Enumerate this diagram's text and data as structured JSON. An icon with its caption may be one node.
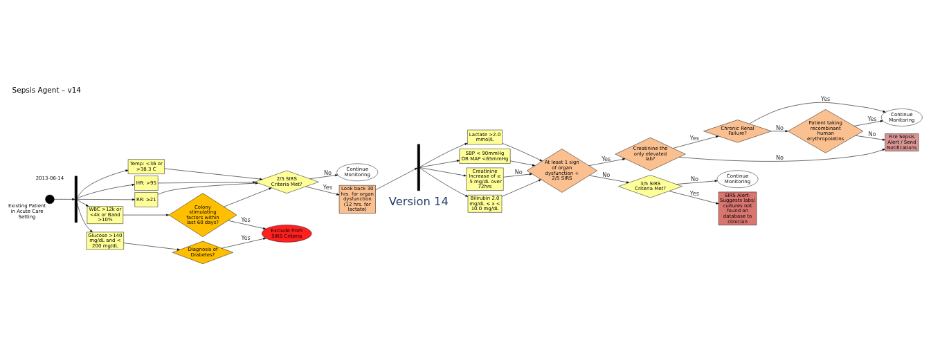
{
  "diagram": {
    "title": "Sepsis Agent – v14",
    "nodes": [
      {
        "text": [],
        "shape": "circle",
        "beside": [
          "Existing Patient in Acute Care Setting"
        ]
      },
      {
        "text": [],
        "shape": "bar"
      },
      {
        "text": [
          "Temp: <36 or >38.3 C"
        ]
      },
      {
        "text": [
          "HR: >95"
        ]
      },
      {
        "text": [
          "RR: ≥21"
        ]
      },
      {
        "text": [
          "Glucose >140 mg/dL and < 200 mg/dL"
        ]
      },
      {
        "text": [
          "WBC >12k or <4k or Band >10%"
        ]
      },
      {
        "text": [
          "Diagnosis of Diabetes?"
        ]
      },
      {
        "text": [
          "Exclude from SIRS Criteria"
        ]
      },
      {
        "text": [
          "Colony stimulating factors within last 60 days?"
        ]
      },
      {
        "text": [
          "2/5 SIRS Criteria Met?"
        ]
      },
      {
        "text": [
          "Continue Monitoring"
        ]
      },
      {
        "text": [
          "Look back 30 hrs. for organ dysfunction (12 hrs. for lactate)"
        ]
      },
      {
        "text": [],
        "shape": "bar"
      },
      {
        "text": [
          "Lactate >2.0 mmol/L"
        ]
      },
      {
        "text": [
          "SBP < 90mmHg OR MAP <65mmHg"
        ]
      },
      {
        "text": [
          "Creatinine Increase of ≥ .5 mg/dL over 72hrs"
        ]
      },
      {
        "text": [
          "Bilirubin 2.0 mg/dL ≤ x < 10.0 mg/dL"
        ]
      },
      {
        "text": [
          "At least 1 sign of organ dysfunction + 2/5 SIRS"
        ]
      },
      {
        "text": [
          "Creatinine the only elevated lab?"
        ]
      },
      {
        "text": [
          "Chronic Renal Failure?"
        ]
      },
      {
        "text": [
          "Continue Monitoring"
        ]
      },
      {
        "text": [
          "Patient taking recombinant human erythropoietins"
        ]
      },
      {
        "text": [
          "Fire Sepsis Alert / Send Notifications"
        ]
      },
      {
        "text": [
          "3/5 SIRS Criteria Met?"
        ]
      },
      {
        "text": [
          "Continue Monitoring"
        ]
      },
      {
        "text": [
          "SIRS Alert- Suggests labs/ cultures not found on database to clinician"
        ]
      }
    ],
    "edges": [
      {
        "from": 0,
        "to": 1,
        "arrow": "to"
      },
      {
        "from": 1,
        "to": 2,
        "arrow": "to"
      },
      {
        "from": 1,
        "to": 3,
        "arrow": "to"
      },
      {
        "from": 1,
        "to": 4,
        "arrow": "to"
      },
      {
        "from": 1,
        "to": 5,
        "arrow": "to"
      },
      {
        "from": 1,
        "to": 6,
        "arrow": "to"
      },
      {
        "from": 2,
        "to": 10,
        "arrow": "to"
      },
      {
        "from": 3,
        "to": 10,
        "arrow": "to"
      },
      {
        "from": 4,
        "to": 10,
        "arrow": "to"
      },
      {
        "from": 5,
        "to": 7,
        "arrow": "to"
      },
      {
        "from": 6,
        "to": 9,
        "arrow": "to"
      },
      {
        "from": 7,
        "to": 8,
        "arrow": "to",
        "label": "Yes"
      },
      {
        "from": 9,
        "to": 8,
        "arrow": "to",
        "label": "Yes"
      },
      {
        "from": 9,
        "to": 10,
        "arrow": "to"
      },
      {
        "from": 10,
        "to": 11,
        "arrow": "to",
        "label": "No"
      },
      {
        "from": 10,
        "to": 12,
        "arrow": "to",
        "label": "Yes"
      },
      {
        "from": 12,
        "to": 13,
        "arrow": "to"
      },
      {
        "from": 13,
        "to": 14,
        "arrow": "to"
      },
      {
        "from": 13,
        "to": 15,
        "arrow": "to"
      },
      {
        "from": 13,
        "to": 16,
        "arrow": "to"
      },
      {
        "from": 13,
        "to": 17,
        "arrow": "to"
      },
      {
        "from": 14,
        "to": 18,
        "arrow": "to"
      },
      {
        "from": 15,
        "to": 18,
        "arrow": "to"
      },
      {
        "from": 16,
        "to": 18,
        "arrow": "to",
        "label": "No"
      },
      {
        "from": 17,
        "to": 18,
        "arrow": "to"
      },
      {
        "from": 18,
        "to": 19,
        "arrow": "to",
        "label": "Yes"
      },
      {
        "from": 18,
        "to": 24,
        "arrow": "to",
        "label": "No"
      },
      {
        "from": 19,
        "to": 20,
        "arrow": "to",
        "label": "Yes"
      },
      {
        "from": 19,
        "to": 23,
        "arrow": "to",
        "label": "No"
      },
      {
        "from": 20,
        "to": 21,
        "arrow": "to",
        "label": "Yes"
      },
      {
        "from": 20,
        "to": 22,
        "arrow": "to",
        "label": "No"
      },
      {
        "from": 22,
        "to": 21,
        "arrow": "to",
        "label": "Yes"
      },
      {
        "from": 22,
        "to": 23,
        "arrow": "to",
        "label": "No"
      },
      {
        "from": 24,
        "to": 25,
        "arrow": "to",
        "label": "No"
      },
      {
        "from": 24,
        "to": 26,
        "arrow": "to",
        "label": "Yes"
      }
    ],
    "labels": [
      "2013-06-14",
      "Version 14"
    ]
  }
}
